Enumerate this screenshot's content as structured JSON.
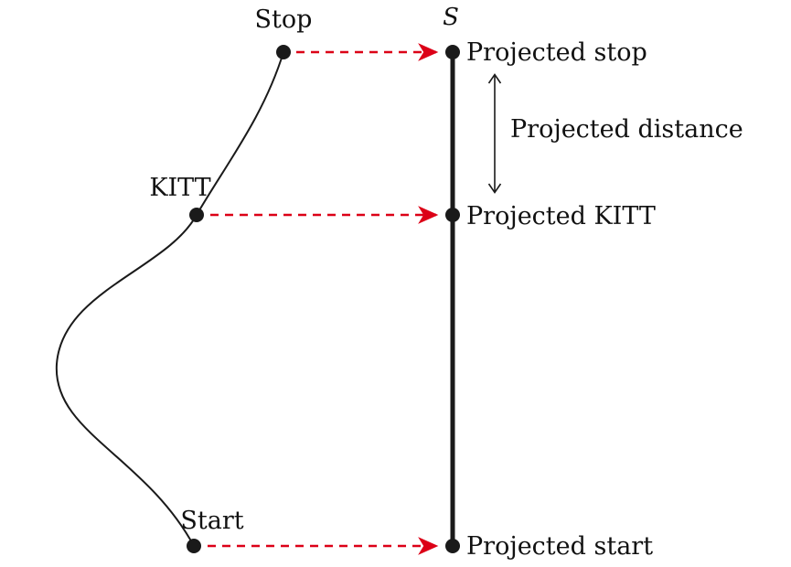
{
  "diagram": {
    "axis_label": "S",
    "path_points": {
      "stop": "Stop",
      "kitt": "KITT",
      "start": "Start"
    },
    "projected_points": {
      "stop": "Projected stop",
      "kitt": "Projected KITT",
      "start": "Projected start"
    },
    "distance_label": "Projected distance",
    "colors": {
      "projection_arrow": "#dc0017",
      "ink": "#1a1a1a"
    }
  }
}
